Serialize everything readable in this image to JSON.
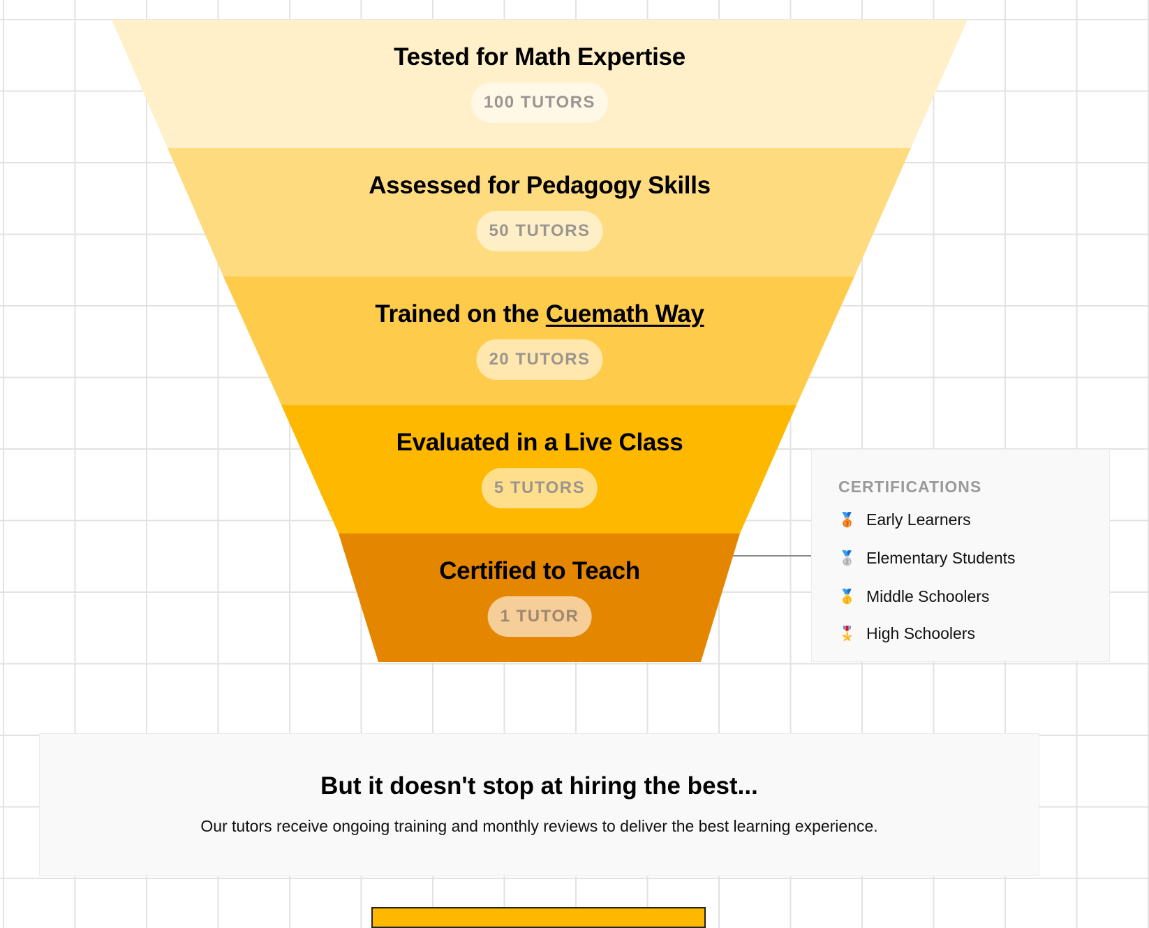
{
  "funnel": [
    {
      "title": "Tested for Math Expertise",
      "count": "100 TUTORS"
    },
    {
      "title": "Assessed for Pedagogy Skills",
      "count": "50 TUTORS"
    },
    {
      "title_prefix": "Trained on the ",
      "title_link": "Cuemath Way",
      "count": "20 TUTORS"
    },
    {
      "title": "Evaluated in a Live Class",
      "count": "5 TUTORS"
    },
    {
      "title": "Certified to Teach",
      "count": "1 TUTOR"
    }
  ],
  "certifications": {
    "title": "CERTIFICATIONS",
    "items": [
      {
        "icon": "🥉",
        "label": "Early Learners"
      },
      {
        "icon": "🥈",
        "label": "Elementary Students"
      },
      {
        "icon": "🥇",
        "label": "Middle Schoolers"
      },
      {
        "icon": "🎖️",
        "label": "High Schoolers"
      }
    ]
  },
  "footer": {
    "heading": "But it doesn't stop at hiring the best...",
    "text": "Our tutors receive ongoing training and monthly reviews to deliver the best learning experience."
  },
  "colors": {
    "band1": "#FFF0C9",
    "band2": "#FFDB80",
    "band3": "#FFCB4A",
    "band4": "#FFB800",
    "band5": "#E58600"
  }
}
